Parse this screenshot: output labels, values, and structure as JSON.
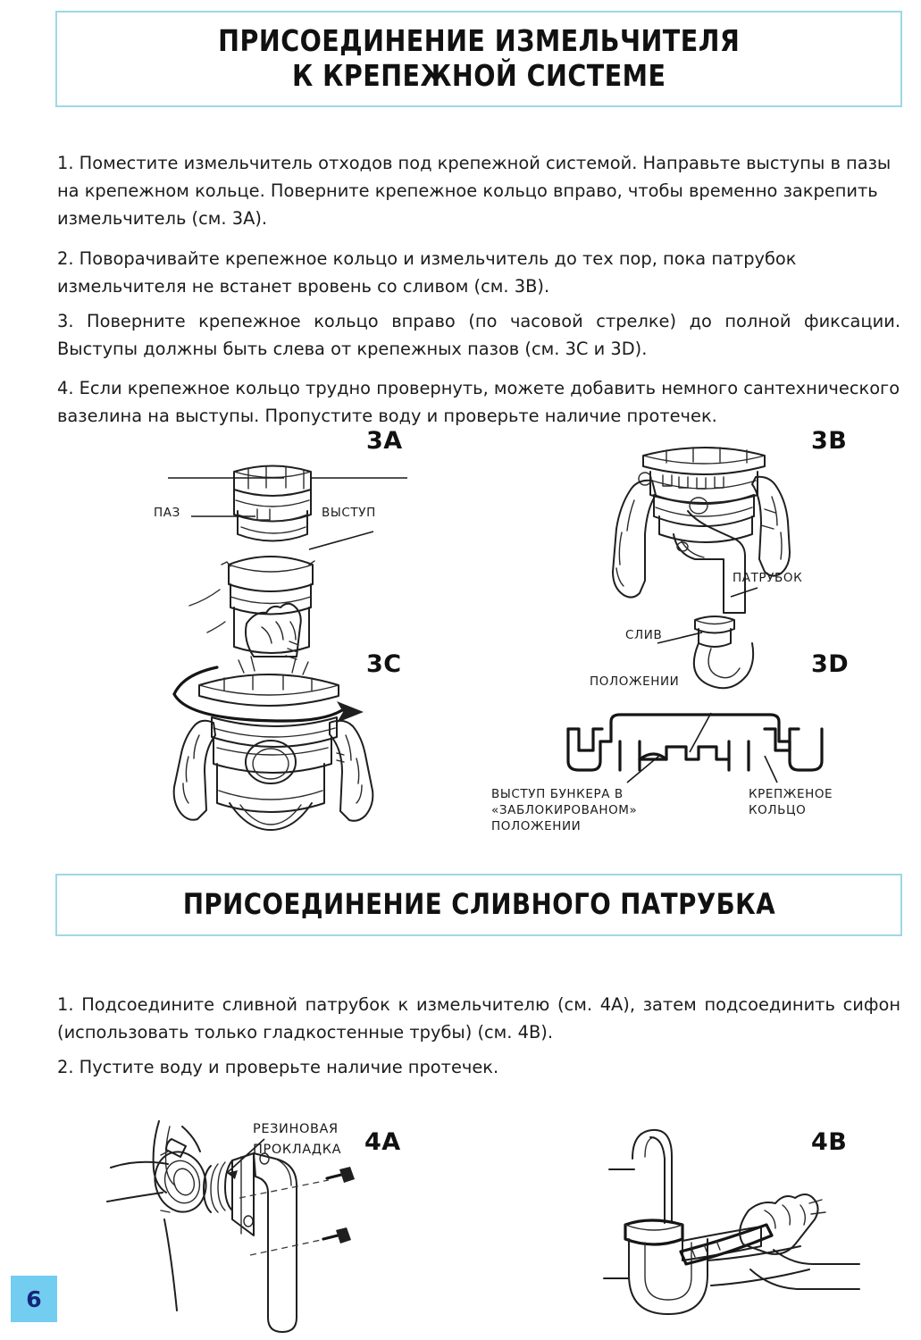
{
  "document": {
    "page_number": "6",
    "accent_border_color": "#9ed8e6",
    "badge_bg_color": "#72cdf0",
    "badge_text_color": "#15267a"
  },
  "sections": [
    {
      "heading": "ПРИСОЕДИНЕНИЕ ИЗМЕЛЬЧИТЕЛЯ\nК КРЕПЕЖНОЙ СИСТЕМЕ",
      "heading_line1": "ПРИСОЕДИНЕНИЕ ИЗМЕЛЬЧИТЕЛЯ",
      "heading_line2": "К КРЕПЕЖНОЙ СИСТЕМЕ",
      "paragraphs": [
        "1. Поместите измельчитель отходов под крепежной системой. Направьте выступы в пазы на крепежном кольце. Поверните крепежное кольцо вправо, чтобы временно закрепить измельчитель (см. 3A).",
        "2. Поворачивайте крепежное кольцо и измельчитель до тех пор,  пока патрубок измельчителя не встанет вровень со сливом (см. 3B).",
        "3. Поверните крепежное кольцо вправо (по часовой стрелке) до полной фиксации. Выступы должны быть слева от крепежных пазов (см. 3C и 3D).",
        "4. Если крепежное кольцо трудно провернуть, можете добавить немного сантехнического вазелина на выступы. Пропустите воду и проверьте наличие протечек."
      ]
    },
    {
      "heading": "ПРИСОЕДИНЕНИЕ СЛИВНОГО ПАТРУБКА",
      "paragraphs": [
        "1. Подсоедините сливной патрубок к измельчителю (см. 4A), затем подсоединить сифон (использовать только гладкостенные трубы) (см. 4B).",
        "2. Пустите воду и проверьте наличие протечек."
      ]
    }
  ],
  "figures": {
    "fig_3a": {
      "label": "3A",
      "callouts": {
        "paz": "ПАЗ",
        "vystup": "ВЫСТУП"
      }
    },
    "fig_3b": {
      "label": "3B",
      "callouts": {
        "patrubok": "ПАТРУБОК",
        "sliv": "СЛИВ"
      }
    },
    "fig_3c": {
      "label": "3C",
      "callouts": {}
    },
    "fig_3d": {
      "label": "3D",
      "callouts": {
        "polozhenii_top": "ПОЛОЖЕНИИ",
        "vystup_bunkera_line1": "ВЫСТУП БУНКЕРА В",
        "vystup_bunkera_line2": "«ЗАБЛОКИРОВАНОМ»",
        "vystup_bunkera_line3": "ПОЛОЖЕНИИ",
        "krepzhenoe_line1": "КРЕПЖЕНОЕ",
        "krepzhenoe_line2": "КОЛЬЦО"
      }
    },
    "fig_4a": {
      "label": "4A",
      "callouts": {
        "rezinovaya_line1": "РЕЗИНОВАЯ",
        "rezinovaya_line2": "ПРОКЛАДКА"
      }
    },
    "fig_4b": {
      "label": "4B",
      "callouts": {}
    }
  }
}
